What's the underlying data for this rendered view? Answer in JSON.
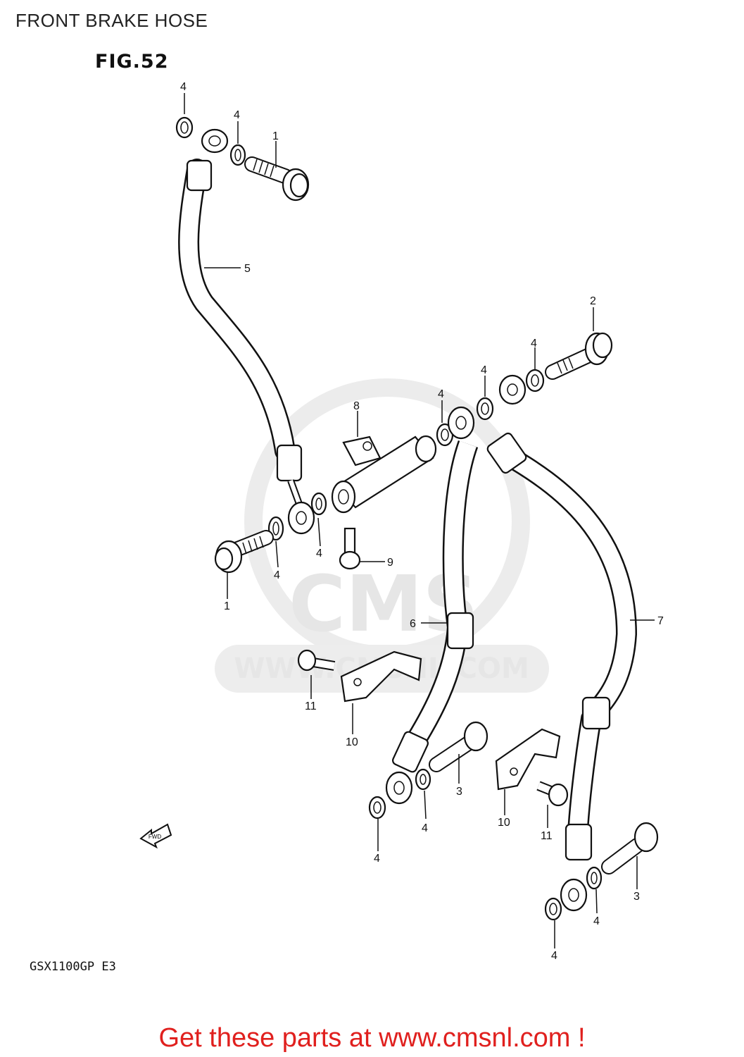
{
  "header_title": "FRONT BRAKE HOSE",
  "figure_label": "FIG.52",
  "model_code": "GSX1100GP  E3",
  "cta_text": "Get these parts at www.cmsnl.com !",
  "watermark": {
    "name": "CMS",
    "url": "WWW.CMSNL.COM"
  },
  "fwd_arrow_text": "FWD",
  "callouts": {
    "c1a": "1",
    "c1b": "1",
    "c2": "2",
    "c3a": "3",
    "c3b": "3",
    "c4a": "4",
    "c4b": "4",
    "c4c": "4",
    "c4d": "4",
    "c4e": "4",
    "c4f": "4",
    "c4g": "4",
    "c4h": "4",
    "c4i": "4",
    "c4j": "4",
    "c4k": "4",
    "c5": "5",
    "c6": "6",
    "c7": "7",
    "c8": "8",
    "c9": "9",
    "c10a": "10",
    "c10b": "10",
    "c11a": "11",
    "c11b": "11"
  }
}
